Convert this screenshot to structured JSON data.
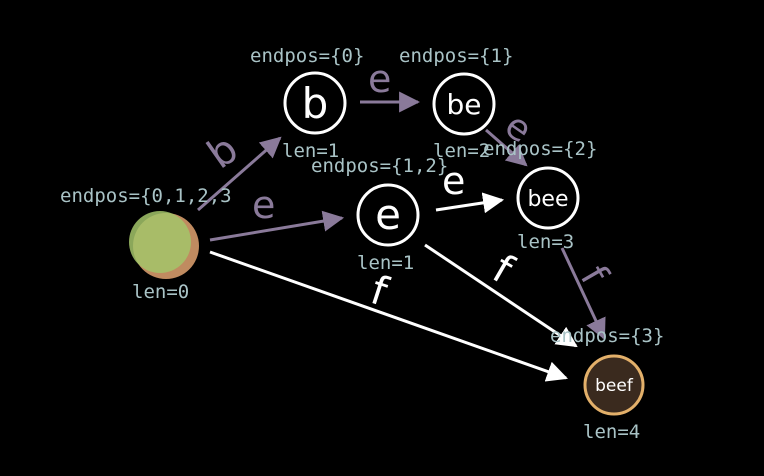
{
  "colors": {
    "background": "#000000",
    "label_text": "#a9c3c6",
    "white": "#ffffff",
    "purple_edge": "#8a7a9a",
    "root_fill": "#a3c46a",
    "root_fill_2": "#d59a6a",
    "final_fill": "#3a2a1e",
    "final_stroke": "#e3b06a"
  },
  "nodes": {
    "root": {
      "text": "",
      "endpos": "endpos={0,1,2,3",
      "len": "len=0"
    },
    "b": {
      "text": "b",
      "endpos": "endpos={0}",
      "len": "len=1"
    },
    "be": {
      "text": "be",
      "endpos": "endpos={1}",
      "len": "len=2"
    },
    "e": {
      "text": "e",
      "endpos": "endpos={1,2}",
      "len": "len=1"
    },
    "bee": {
      "text": "bee",
      "endpos": "endpos={2}",
      "len": "len=3"
    },
    "beef": {
      "text": "beef",
      "endpos": "endpos={3}",
      "len": "len=4"
    }
  },
  "edges": {
    "root_b": {
      "label": "b"
    },
    "root_e": {
      "label": "e"
    },
    "b_be": {
      "label": "e"
    },
    "be_bee": {
      "label": "e"
    },
    "e_bee": {
      "label": "e"
    },
    "e_beef": {
      "label": "f"
    },
    "root_beef": {
      "label": "f"
    },
    "bee_beef": {
      "label": "f"
    }
  }
}
